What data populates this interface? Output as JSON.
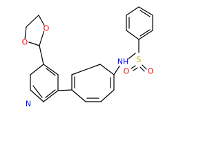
{
  "molecule": {
    "atom_labels": {
      "dioxolane_o_top": "O",
      "dioxolane_o_left": "O",
      "pyridine_n": "N",
      "amine_nh": "NH",
      "sulfonyl_s": "S",
      "sulfonyl_o_left": "O",
      "sulfonyl_o_right": "O"
    },
    "colors": {
      "bond": "#000000",
      "oxygen": "#ff0000",
      "nitrogen": "#0000ff",
      "sulfur": "#b8a600"
    }
  }
}
